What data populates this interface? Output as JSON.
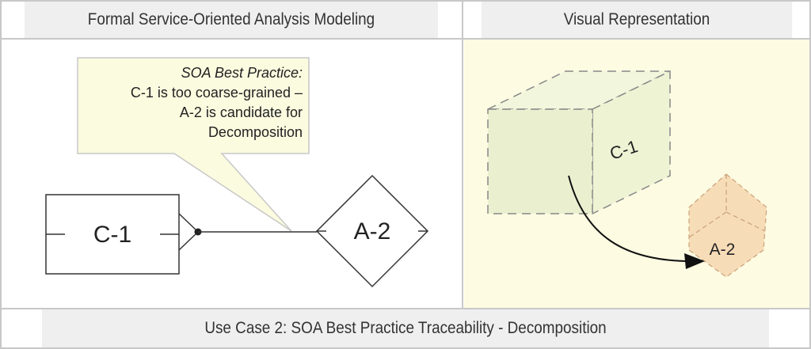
{
  "header": {
    "left_title": "Formal Service-Oriented Analysis Modeling",
    "right_title": "Visual Representation"
  },
  "callout": {
    "title": "SOA Best Practice:",
    "line1": "C-1 is too coarse-grained –",
    "line2": "A-2 is candidate for",
    "line3": "Decomposition"
  },
  "model": {
    "entity_label": "C-1",
    "activity_label": "A-2"
  },
  "visual": {
    "cube_large_label": "C-1",
    "cube_small_label": "A-2"
  },
  "footer": {
    "caption": "Use Case 2: SOA Best Practice Traceability - Decomposition"
  },
  "colors": {
    "panel_bg": "#fdfbe2",
    "header_bg": "#efefef",
    "cube_large_fill": "#eef3d4",
    "cube_small_fill": "#f7dcb8",
    "callout_fill": "#fbfbe0"
  }
}
